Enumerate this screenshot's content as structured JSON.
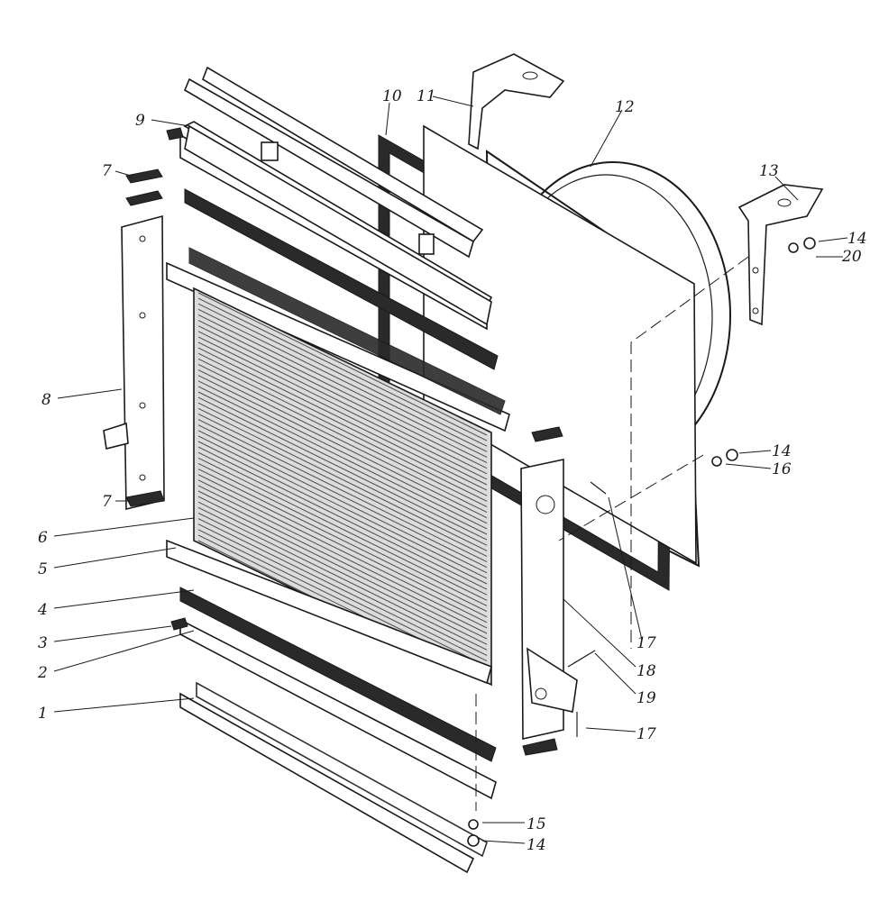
{
  "callouts": [
    {
      "id": "1",
      "text": "1"
    },
    {
      "id": "2",
      "text": "2"
    },
    {
      "id": "3",
      "text": "3"
    },
    {
      "id": "4",
      "text": "4"
    },
    {
      "id": "5",
      "text": "5"
    },
    {
      "id": "6",
      "text": "6"
    },
    {
      "id": "7a",
      "text": "7"
    },
    {
      "id": "7b",
      "text": "7"
    },
    {
      "id": "8",
      "text": "8"
    },
    {
      "id": "9",
      "text": "9"
    },
    {
      "id": "10",
      "text": "10"
    },
    {
      "id": "11",
      "text": "11"
    },
    {
      "id": "12",
      "text": "12"
    },
    {
      "id": "13",
      "text": "13"
    },
    {
      "id": "14a",
      "text": "14"
    },
    {
      "id": "14b",
      "text": "14"
    },
    {
      "id": "14c",
      "text": "14"
    },
    {
      "id": "15",
      "text": "15"
    },
    {
      "id": "16",
      "text": "16"
    },
    {
      "id": "17a",
      "text": "17"
    },
    {
      "id": "17b",
      "text": "17"
    },
    {
      "id": "18",
      "text": "18"
    },
    {
      "id": "19",
      "text": "19"
    },
    {
      "id": "20",
      "text": "20"
    }
  ]
}
